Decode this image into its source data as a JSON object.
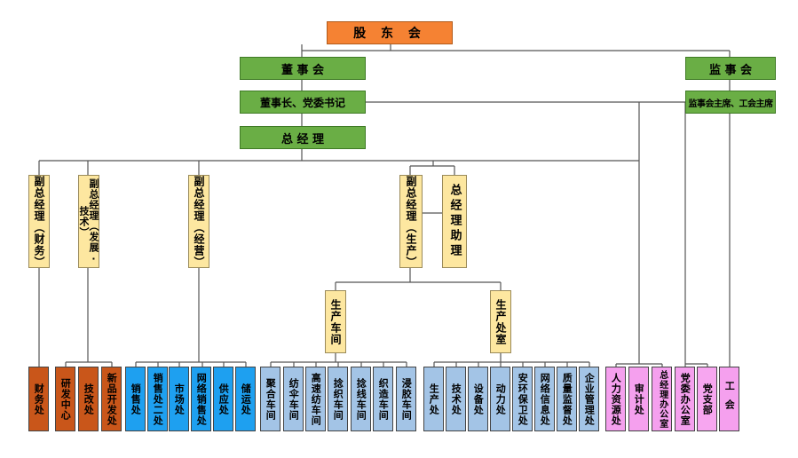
{
  "top": {
    "shareholders": "股 东 会"
  },
  "board": {
    "label": "董 事 会",
    "chair": "董事长、党委书记"
  },
  "supervisory": {
    "label": "监 事 会",
    "chair": "监事会主席、工会主席"
  },
  "gm": {
    "label": "总 经 理"
  },
  "deputies": {
    "finance": "副总经理（财务）",
    "dev": "副总经理（发展·技术）",
    "ops": "副总经理（经营）",
    "prod": "副总经理（生产）",
    "assistant": "总经理助理"
  },
  "mid": {
    "workshop": "生产车间",
    "office": "生产处室"
  },
  "departments": [
    {
      "label": "财务处",
      "color": "brown"
    },
    {
      "label": "研发中心",
      "color": "brown"
    },
    {
      "label": "技改处",
      "color": "brown"
    },
    {
      "label": "新品开发处",
      "color": "brown"
    },
    {
      "label": "销售处",
      "color": "blue"
    },
    {
      "label": "销售处二处",
      "color": "blue"
    },
    {
      "label": "市场处",
      "color": "blue"
    },
    {
      "label": "网络销售处",
      "color": "blue"
    },
    {
      "label": "供应处",
      "color": "blue"
    },
    {
      "label": "储运处",
      "color": "blue"
    },
    {
      "label": "聚合车间",
      "color": "lblue"
    },
    {
      "label": "纺伞车间",
      "color": "lblue"
    },
    {
      "label": "高速纺车间",
      "color": "lblue"
    },
    {
      "label": "捻织车间",
      "color": "lblue"
    },
    {
      "label": "捻线车间",
      "color": "lblue"
    },
    {
      "label": "织造车间",
      "color": "lblue"
    },
    {
      "label": "浸胶车间",
      "color": "lblue"
    },
    {
      "label": "生产处",
      "color": "lblue"
    },
    {
      "label": "技术处",
      "color": "lblue"
    },
    {
      "label": "设备处",
      "color": "lblue"
    },
    {
      "label": "动力处",
      "color": "lblue"
    },
    {
      "label": "安环保卫处",
      "color": "lblue"
    },
    {
      "label": "网络信息处",
      "color": "lblue"
    },
    {
      "label": "质量监督处",
      "color": "lblue"
    },
    {
      "label": "企业管理处",
      "color": "lblue"
    },
    {
      "label": "人力资源处",
      "color": "pink"
    },
    {
      "label": "审计处",
      "color": "pink"
    },
    {
      "label": "总经理办公室",
      "color": "pink"
    },
    {
      "label": "党委办公室",
      "color": "pink"
    },
    {
      "label": "党支部",
      "color": "pink2"
    },
    {
      "label": "工会",
      "color": "pink"
    }
  ]
}
